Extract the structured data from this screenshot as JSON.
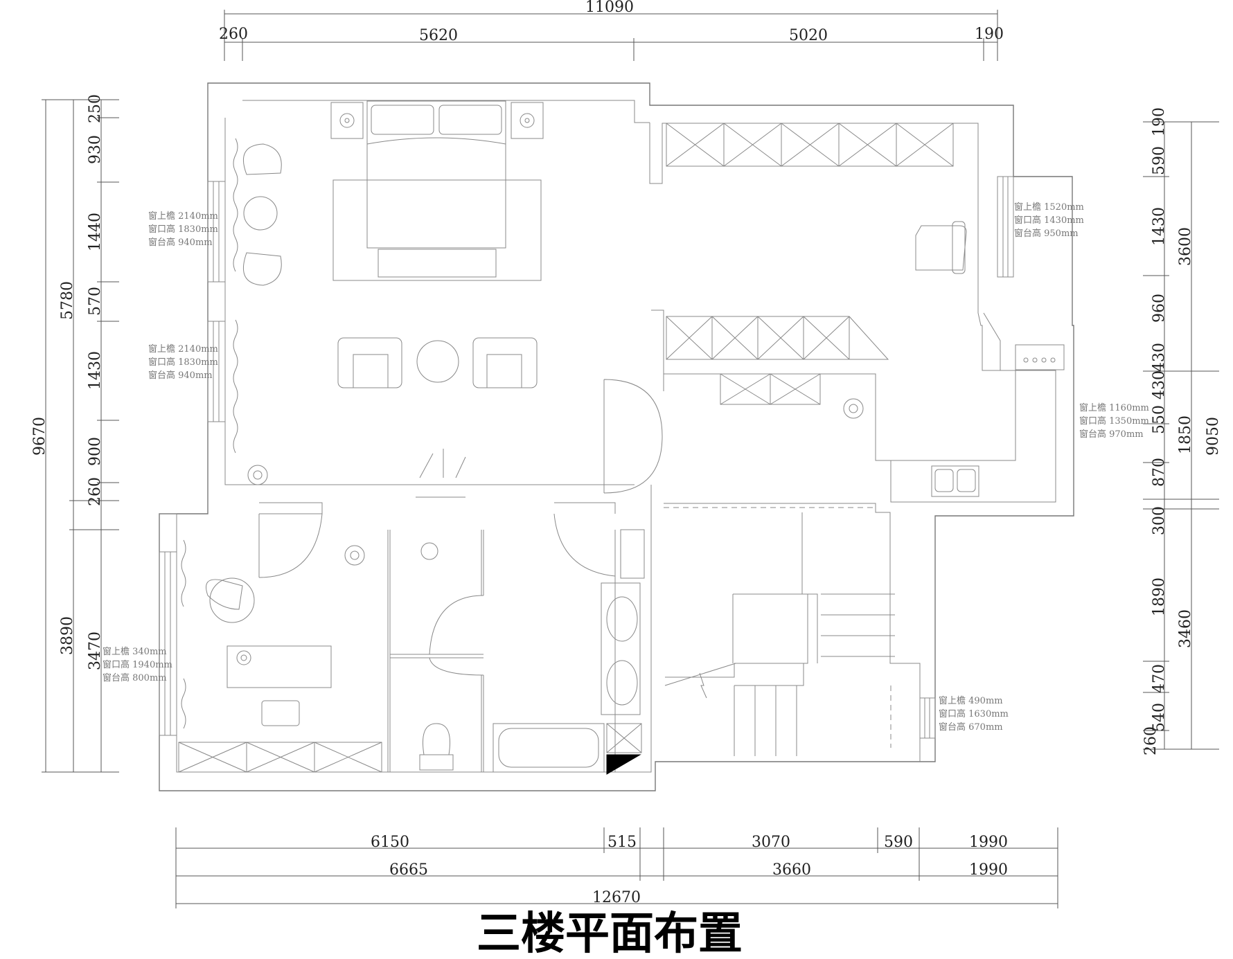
{
  "title": "三楼平面布置",
  "dimensions": {
    "top": {
      "total": "11090",
      "segments": [
        "260",
        "5620",
        "5020",
        "190"
      ]
    },
    "bottom": {
      "row1": [
        "6150",
        "515",
        "3070",
        "590",
        "1990"
      ],
      "row2": [
        "6665",
        "3660",
        "1990"
      ],
      "total": "12670"
    },
    "left": {
      "outer": "9670",
      "middle": [
        "5780",
        "3890"
      ],
      "inner": [
        "250",
        "930",
        "1440",
        "570",
        "1430",
        "900",
        "260",
        "3470"
      ]
    },
    "right": {
      "outer": "9050",
      "middle": [
        "3600",
        "1850",
        "3460"
      ],
      "inner": [
        "190",
        "590",
        "1430",
        "960",
        "430",
        "430",
        "550",
        "870",
        "300",
        "1890",
        "470",
        "540",
        "260"
      ]
    }
  },
  "window_notes": [
    [
      "窗上檐 2140mm",
      "窗口高 1830mm",
      "窗台高 940mm"
    ],
    [
      "窗上檐 2140mm",
      "窗口高 1830mm",
      "窗台高 940mm"
    ],
    [
      "窗上檐 340mm",
      "窗口高 1940mm",
      "窗台高 800mm"
    ],
    [
      "窗上檐 1520mm",
      "窗口高 1430mm",
      "窗台高 950mm"
    ],
    [
      "窗上檐 1160mm",
      "窗口高 1350mm",
      "窗台高 970mm"
    ],
    [
      "窗上檐 490mm",
      "窗口高 1630mm",
      "窗台高 670mm"
    ]
  ]
}
